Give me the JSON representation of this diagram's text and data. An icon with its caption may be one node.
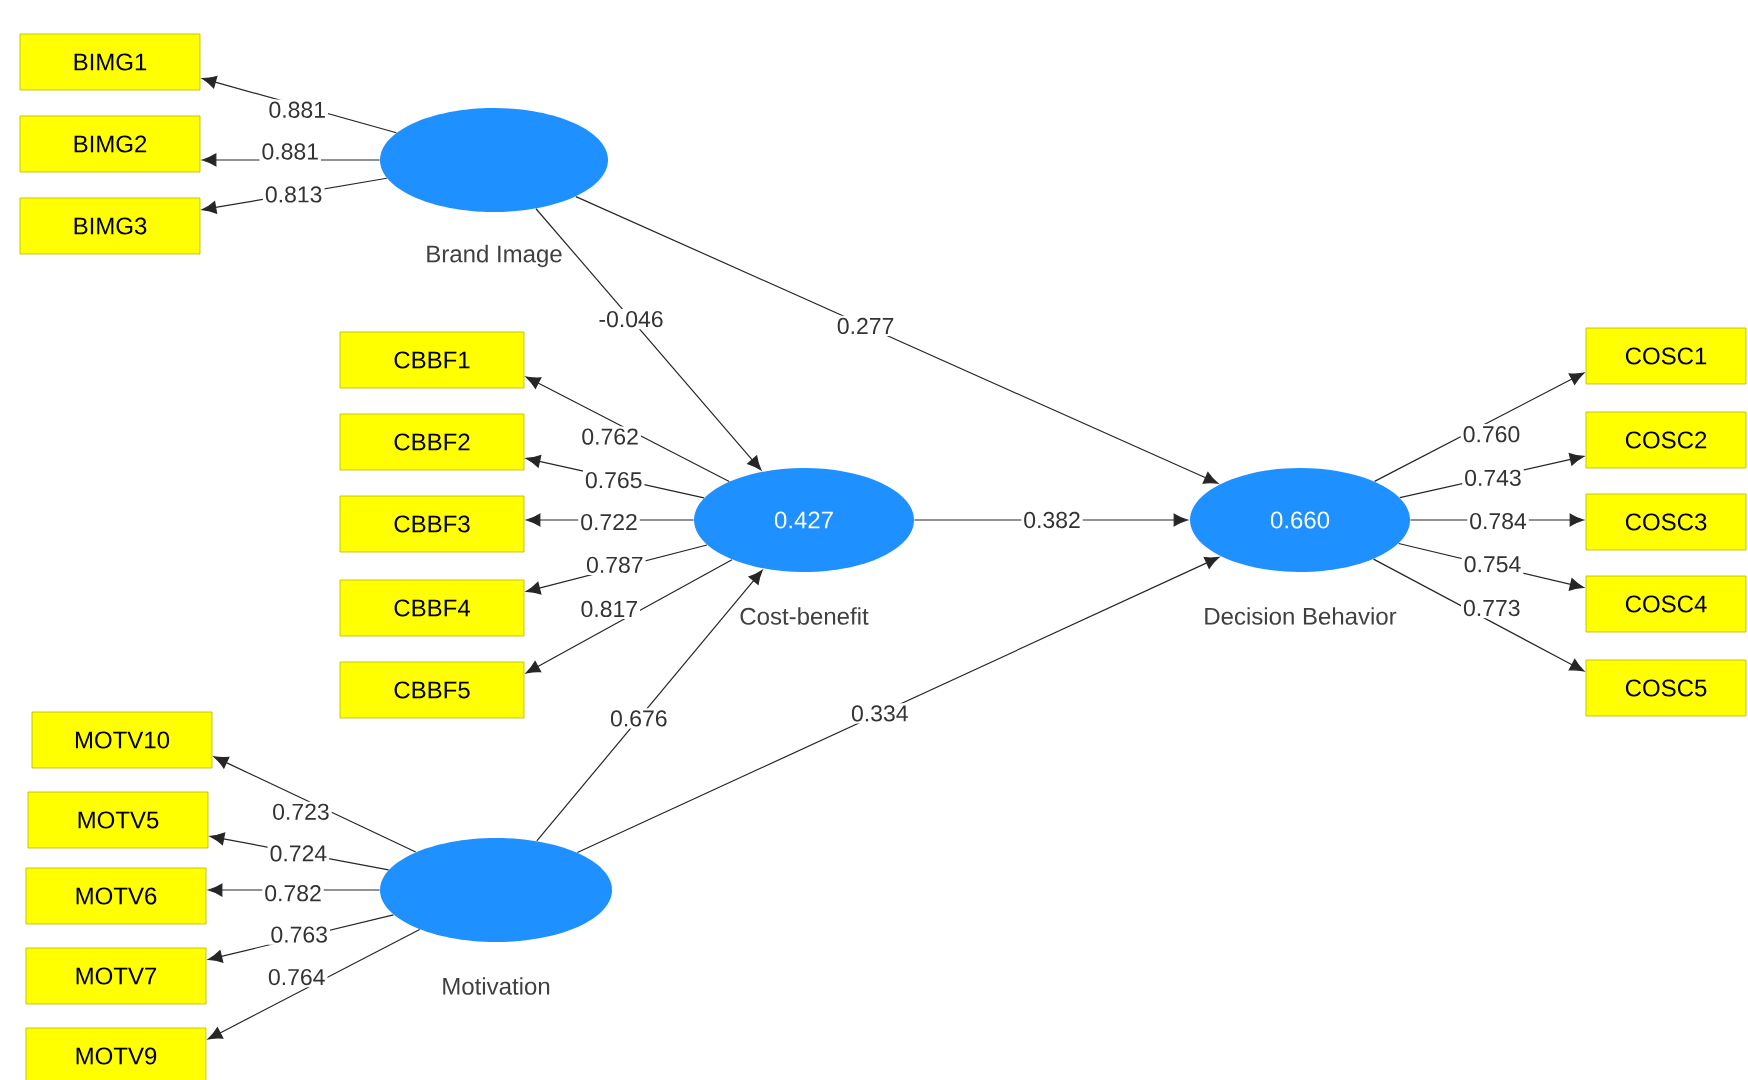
{
  "diagram": {
    "nodes": [
      {
        "text": [
          "BIMG1"
        ]
      },
      {
        "text": [
          "BIMG2"
        ]
      },
      {
        "text": [
          "BIMG3"
        ]
      },
      {
        "text": [
          "Brand Image"
        ]
      },
      {
        "text": [
          "CBBF1"
        ]
      },
      {
        "text": [
          "CBBF2"
        ]
      },
      {
        "text": [
          "CBBF3"
        ]
      },
      {
        "text": [
          "CBBF4"
        ]
      },
      {
        "text": [
          "CBBF5"
        ]
      },
      {
        "text": [
          "0.427",
          "Cost-benefit"
        ]
      },
      {
        "text": [
          "0.660",
          "Decision Behavior"
        ]
      },
      {
        "text": [
          "COSC1"
        ]
      },
      {
        "text": [
          "COSC2"
        ]
      },
      {
        "text": [
          "COSC3"
        ]
      },
      {
        "text": [
          "COSC4"
        ]
      },
      {
        "text": [
          "COSC5"
        ]
      },
      {
        "text": [
          "MOTV10"
        ]
      },
      {
        "text": [
          "MOTV5"
        ]
      },
      {
        "text": [
          "MOTV6"
        ]
      },
      {
        "text": [
          "MOTV7"
        ]
      },
      {
        "text": [
          "MOTV9"
        ]
      },
      {
        "text": [
          "Motivation"
        ]
      }
    ],
    "edges": [
      {
        "from": 3,
        "to": 0,
        "arrow": "to",
        "label": "0.881"
      },
      {
        "from": 3,
        "to": 1,
        "arrow": "to",
        "label": "0.881"
      },
      {
        "from": 3,
        "to": 2,
        "arrow": "to",
        "label": "0.813"
      },
      {
        "from": 3,
        "to": 9,
        "arrow": "to",
        "label": "-0.046"
      },
      {
        "from": 3,
        "to": 10,
        "arrow": "to",
        "label": "0.277"
      },
      {
        "from": 9,
        "to": 4,
        "arrow": "to",
        "label": "0.762"
      },
      {
        "from": 9,
        "to": 5,
        "arrow": "to",
        "label": "0.765"
      },
      {
        "from": 9,
        "to": 6,
        "arrow": "to",
        "label": "0.722"
      },
      {
        "from": 9,
        "to": 7,
        "arrow": "to",
        "label": "0.787"
      },
      {
        "from": 9,
        "to": 8,
        "arrow": "to",
        "label": "0.817"
      },
      {
        "from": 9,
        "to": 10,
        "arrow": "to",
        "label": "0.382"
      },
      {
        "from": 10,
        "to": 11,
        "arrow": "to",
        "label": "0.760"
      },
      {
        "from": 10,
        "to": 12,
        "arrow": "to",
        "label": "0.743"
      },
      {
        "from": 10,
        "to": 13,
        "arrow": "to",
        "label": "0.784"
      },
      {
        "from": 10,
        "to": 14,
        "arrow": "to",
        "label": "0.754"
      },
      {
        "from": 10,
        "to": 15,
        "arrow": "to",
        "label": "0.773"
      },
      {
        "from": 21,
        "to": 9,
        "arrow": "to",
        "label": "0.676"
      },
      {
        "from": 21,
        "to": 10,
        "arrow": "to",
        "label": "0.334"
      },
      {
        "from": 21,
        "to": 16,
        "arrow": "to",
        "label": "0.723"
      },
      {
        "from": 21,
        "to": 17,
        "arrow": "to",
        "label": "0.724"
      },
      {
        "from": 21,
        "to": 18,
        "arrow": "to",
        "label": "0.782"
      },
      {
        "from": 21,
        "to": 19,
        "arrow": "to",
        "label": "0.763"
      },
      {
        "from": 21,
        "to": 20,
        "arrow": "to",
        "label": "0.764"
      }
    ]
  }
}
